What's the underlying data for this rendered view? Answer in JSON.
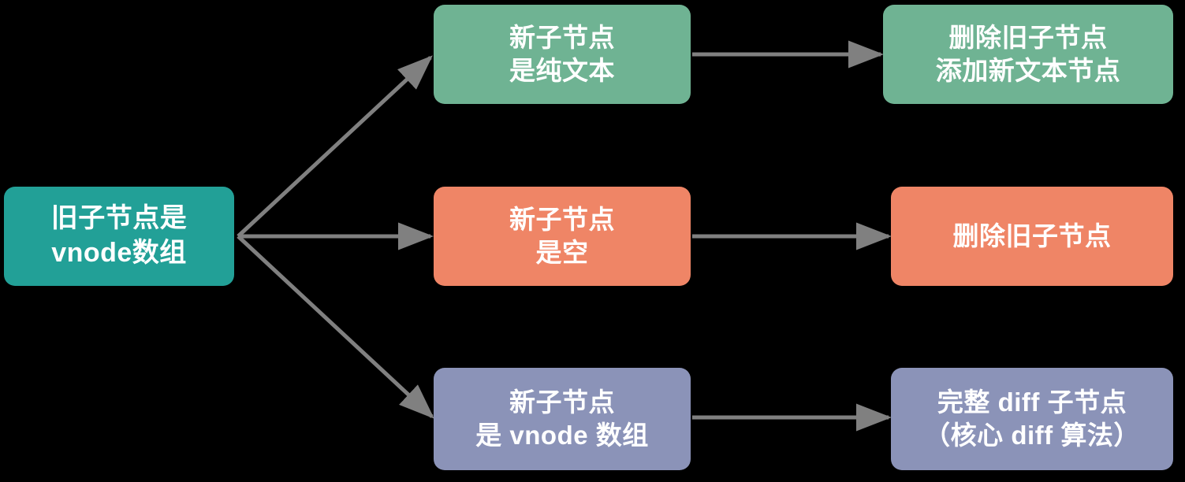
{
  "diagram": {
    "title": "vnode children diff branch flow",
    "background_color": "#000000",
    "edge_color": "#808080",
    "text_color": "#ffffff"
  },
  "source_node": {
    "id": "old-children-vnode-array",
    "color": "#22a097",
    "line1": "旧子节点是",
    "line2": "vnode数组"
  },
  "branches": [
    {
      "id": "new-children-text",
      "color": "#6fb393",
      "condition": {
        "line1": "新子节点",
        "line2": "是纯文本"
      },
      "action": {
        "line1": "删除旧子节点",
        "line2": "添加新文本节点"
      }
    },
    {
      "id": "new-children-empty",
      "color": "#ef8566",
      "condition": {
        "line1": "新子节点",
        "line2": "是空"
      },
      "action": {
        "line1": "删除旧子节点",
        "line2": ""
      }
    },
    {
      "id": "new-children-vnode-array",
      "color": "#8b93b8",
      "condition": {
        "line1": "新子节点",
        "line2": "是 vnode 数组"
      },
      "action": {
        "line1": "完整 diff 子节点",
        "line2": "（核心 diff 算法）"
      }
    }
  ]
}
